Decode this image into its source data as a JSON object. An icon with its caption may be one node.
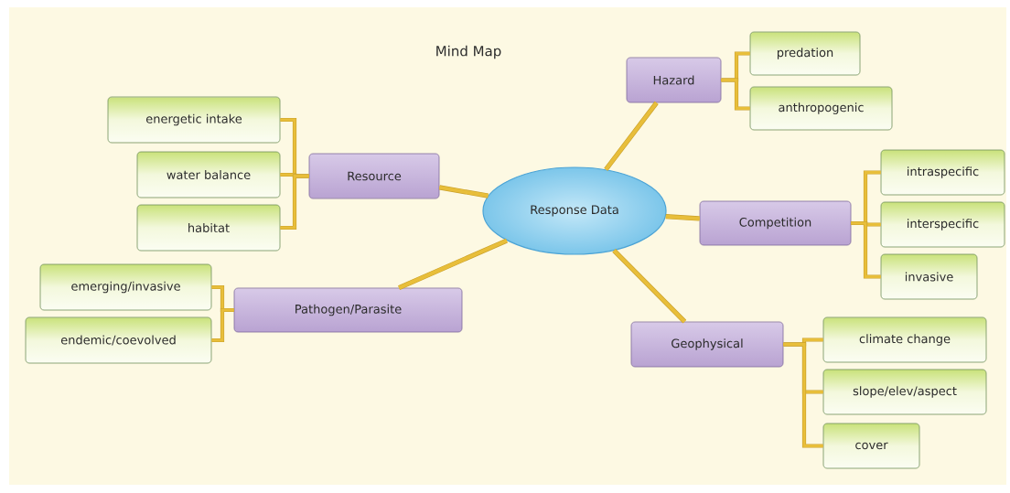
{
  "diagram": {
    "title": "Mind Map",
    "nodes": [
      {
        "text": [
          "Response Data"
        ]
      },
      {
        "text": [
          "Hazard"
        ]
      },
      {
        "text": [
          "predation"
        ]
      },
      {
        "text": [
          "anthropogenic"
        ]
      },
      {
        "text": [
          "Resource"
        ]
      },
      {
        "text": [
          "energetic intake"
        ]
      },
      {
        "text": [
          "water balance"
        ]
      },
      {
        "text": [
          "habitat"
        ]
      },
      {
        "text": [
          "Competition"
        ]
      },
      {
        "text": [
          "intraspecific"
        ]
      },
      {
        "text": [
          "interspecific"
        ]
      },
      {
        "text": [
          "invasive"
        ]
      },
      {
        "text": [
          "Pathogen/Parasite"
        ]
      },
      {
        "text": [
          "emerging/invasive"
        ]
      },
      {
        "text": [
          "endemic/coevolved"
        ]
      },
      {
        "text": [
          "Geophysical"
        ]
      },
      {
        "text": [
          "climate change"
        ]
      },
      {
        "text": [
          "slope/elev/aspect"
        ]
      },
      {
        "text": [
          "cover"
        ]
      }
    ],
    "edges": [
      {
        "from": 0,
        "to": 1,
        "arrow": "none"
      },
      {
        "from": 1,
        "to": 2,
        "arrow": "none"
      },
      {
        "from": 1,
        "to": 3,
        "arrow": "none"
      },
      {
        "from": 0,
        "to": 4,
        "arrow": "none"
      },
      {
        "from": 4,
        "to": 5,
        "arrow": "none"
      },
      {
        "from": 4,
        "to": 6,
        "arrow": "none"
      },
      {
        "from": 4,
        "to": 7,
        "arrow": "none"
      },
      {
        "from": 0,
        "to": 8,
        "arrow": "none"
      },
      {
        "from": 8,
        "to": 9,
        "arrow": "none"
      },
      {
        "from": 8,
        "to": 10,
        "arrow": "none"
      },
      {
        "from": 8,
        "to": 11,
        "arrow": "none"
      },
      {
        "from": 0,
        "to": 12,
        "arrow": "none"
      },
      {
        "from": 12,
        "to": 13,
        "arrow": "none"
      },
      {
        "from": 12,
        "to": 14,
        "arrow": "none"
      },
      {
        "from": 0,
        "to": 15,
        "arrow": "none"
      },
      {
        "from": 15,
        "to": 16,
        "arrow": "none"
      },
      {
        "from": 15,
        "to": 17,
        "arrow": "none"
      },
      {
        "from": 15,
        "to": 18,
        "arrow": "none"
      }
    ]
  }
}
